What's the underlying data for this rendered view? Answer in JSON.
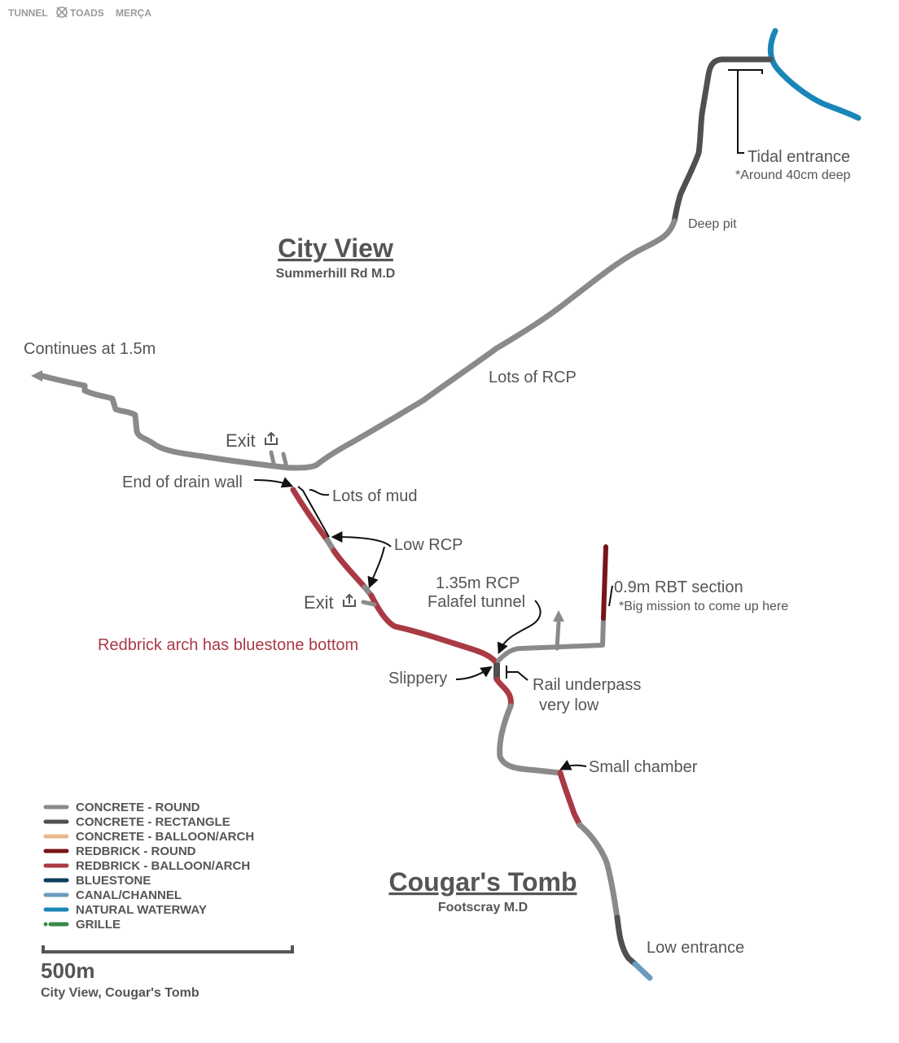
{
  "branding": {
    "name_left": "TUNNEL",
    "name_right": "TOADS",
    "tagline": "MERÇA"
  },
  "systems": [
    {
      "title": "City View",
      "subtitle": "Summerhill Rd M.D"
    },
    {
      "title": "Cougar's Tomb",
      "subtitle": "Footscray M.D"
    }
  ],
  "annotations": {
    "tidal_entrance": "Tidal entrance",
    "tidal_depth": "*Around 40cm deep",
    "deep_pit": "Deep pit",
    "lots_of_rcp": "Lots of RCP",
    "continues": "Continues at 1.5m",
    "exit_1": "Exit",
    "end_of_drain_wall": "End of drain wall",
    "lots_of_mud": "Lots of mud",
    "low_rcp": "Low RCP",
    "exit_2": "Exit",
    "rcp_135": "1.35m RCP",
    "falafel_tunnel": "Falafel tunnel",
    "rbt_section": "0.9m RBT section",
    "big_mission": "*Big mission to come up here",
    "redbrick_note": "Redbrick arch has bluestone bottom",
    "slippery": "Slippery",
    "rail_underpass": "Rail underpass",
    "very_low": "very low",
    "small_chamber": "Small chamber",
    "low_entrance": "Low entrance"
  },
  "legend": [
    {
      "label": "CONCRETE - ROUND",
      "color": "#8a8a8a",
      "style": "solid"
    },
    {
      "label": "CONCRETE - RECTANGLE",
      "color": "#505050",
      "style": "solid"
    },
    {
      "label": "CONCRETE - BALLOON/ARCH",
      "color": "#e8b98a",
      "style": "solid"
    },
    {
      "label": "REDBRICK  - ROUND",
      "color": "#7a1418",
      "style": "solid"
    },
    {
      "label": "REDBRICK  - BALLOON/ARCH",
      "color": "#a93a45",
      "style": "solid"
    },
    {
      "label": "BLUESTONE",
      "color": "#0f3d5c",
      "style": "solid"
    },
    {
      "label": "CANAL/CHANNEL",
      "color": "#6b9bbd",
      "style": "solid"
    },
    {
      "label": "NATURAL WATERWAY",
      "color": "#1a86b8",
      "style": "solid"
    },
    {
      "label": "GRILLE",
      "color": "#3a8a48",
      "style": "dotted"
    }
  ],
  "scale": {
    "label": "500m",
    "caption": "City View, Cougar's Tomb"
  },
  "colors": {
    "concrete_round": "#8a8a8a",
    "concrete_rect": "#505050",
    "redbrick_round": "#7a1418",
    "redbrick_arch": "#a93a45",
    "canal": "#6b9bbd",
    "waterway": "#1a86b8",
    "text": "#555555"
  }
}
